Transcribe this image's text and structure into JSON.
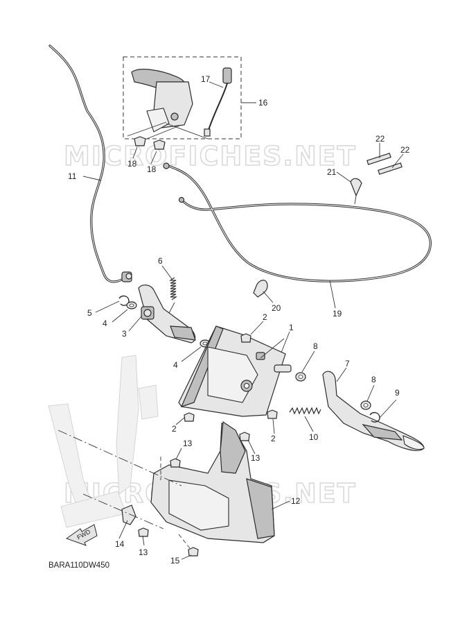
{
  "diagram": {
    "watermark_text": "MICROFICHES.NET",
    "drawing_code": "BARA110DW450",
    "fwd_label": "FWD",
    "callouts": [
      {
        "id": "c1",
        "label": "1"
      },
      {
        "id": "c2a",
        "label": "2"
      },
      {
        "id": "c2b",
        "label": "2"
      },
      {
        "id": "c2c",
        "label": "2"
      },
      {
        "id": "c3",
        "label": "3"
      },
      {
        "id": "c4a",
        "label": "4"
      },
      {
        "id": "c4b",
        "label": "4"
      },
      {
        "id": "c5",
        "label": "5"
      },
      {
        "id": "c6",
        "label": "6"
      },
      {
        "id": "c7",
        "label": "7"
      },
      {
        "id": "c8a",
        "label": "8"
      },
      {
        "id": "c8b",
        "label": "8"
      },
      {
        "id": "c9",
        "label": "9"
      },
      {
        "id": "c10",
        "label": "10"
      },
      {
        "id": "c11",
        "label": "11"
      },
      {
        "id": "c12",
        "label": "12"
      },
      {
        "id": "c13a",
        "label": "13"
      },
      {
        "id": "c13b",
        "label": "13"
      },
      {
        "id": "c13c",
        "label": "13"
      },
      {
        "id": "c14",
        "label": "14"
      },
      {
        "id": "c15",
        "label": "15"
      },
      {
        "id": "c16",
        "label": "16"
      },
      {
        "id": "c17",
        "label": "17"
      },
      {
        "id": "c18a",
        "label": "18"
      },
      {
        "id": "c18b",
        "label": "18"
      },
      {
        "id": "c19",
        "label": "19"
      },
      {
        "id": "c20",
        "label": "20"
      },
      {
        "id": "c21",
        "label": "21"
      },
      {
        "id": "c22a",
        "label": "22"
      },
      {
        "id": "c22b",
        "label": "22"
      }
    ]
  }
}
